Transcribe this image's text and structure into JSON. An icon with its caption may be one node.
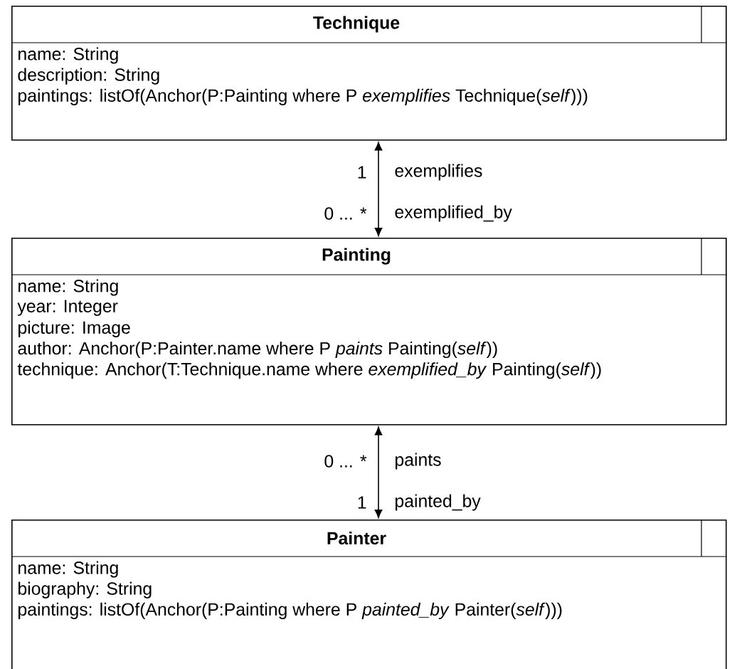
{
  "diagram": {
    "nodes": [
      {
        "text": [
          "Technique",
          "name: String",
          "description: String",
          "paintings: listOf(Anchor(P:Painting where P *exemplifies* Technique(*self*)))"
        ]
      },
      {
        "text": [
          "Painting",
          "name: String",
          "year: Integer",
          "picture: Image",
          "author: Anchor(P:Painter.name where P *paints* Painting(*self*))",
          "technique: Anchor(T:Technique.name where *exemplified_by* Painting(*self*))"
        ]
      },
      {
        "text": [
          "Painter",
          "name: String",
          "biography: String",
          "paintings: listOf(Anchor(P:Painting where P *painted_by* Painter(*self*)))"
        ]
      }
    ],
    "edges": [
      {
        "from": 0,
        "to": 1,
        "arrow": "both"
      },
      {
        "from": 1,
        "to": 2,
        "arrow": "both"
      }
    ],
    "labels": [
      "1",
      "exemplifies",
      "0 ... *",
      "exemplified_by",
      "0 ... *",
      "paints",
      "1",
      "painted_by"
    ]
  }
}
